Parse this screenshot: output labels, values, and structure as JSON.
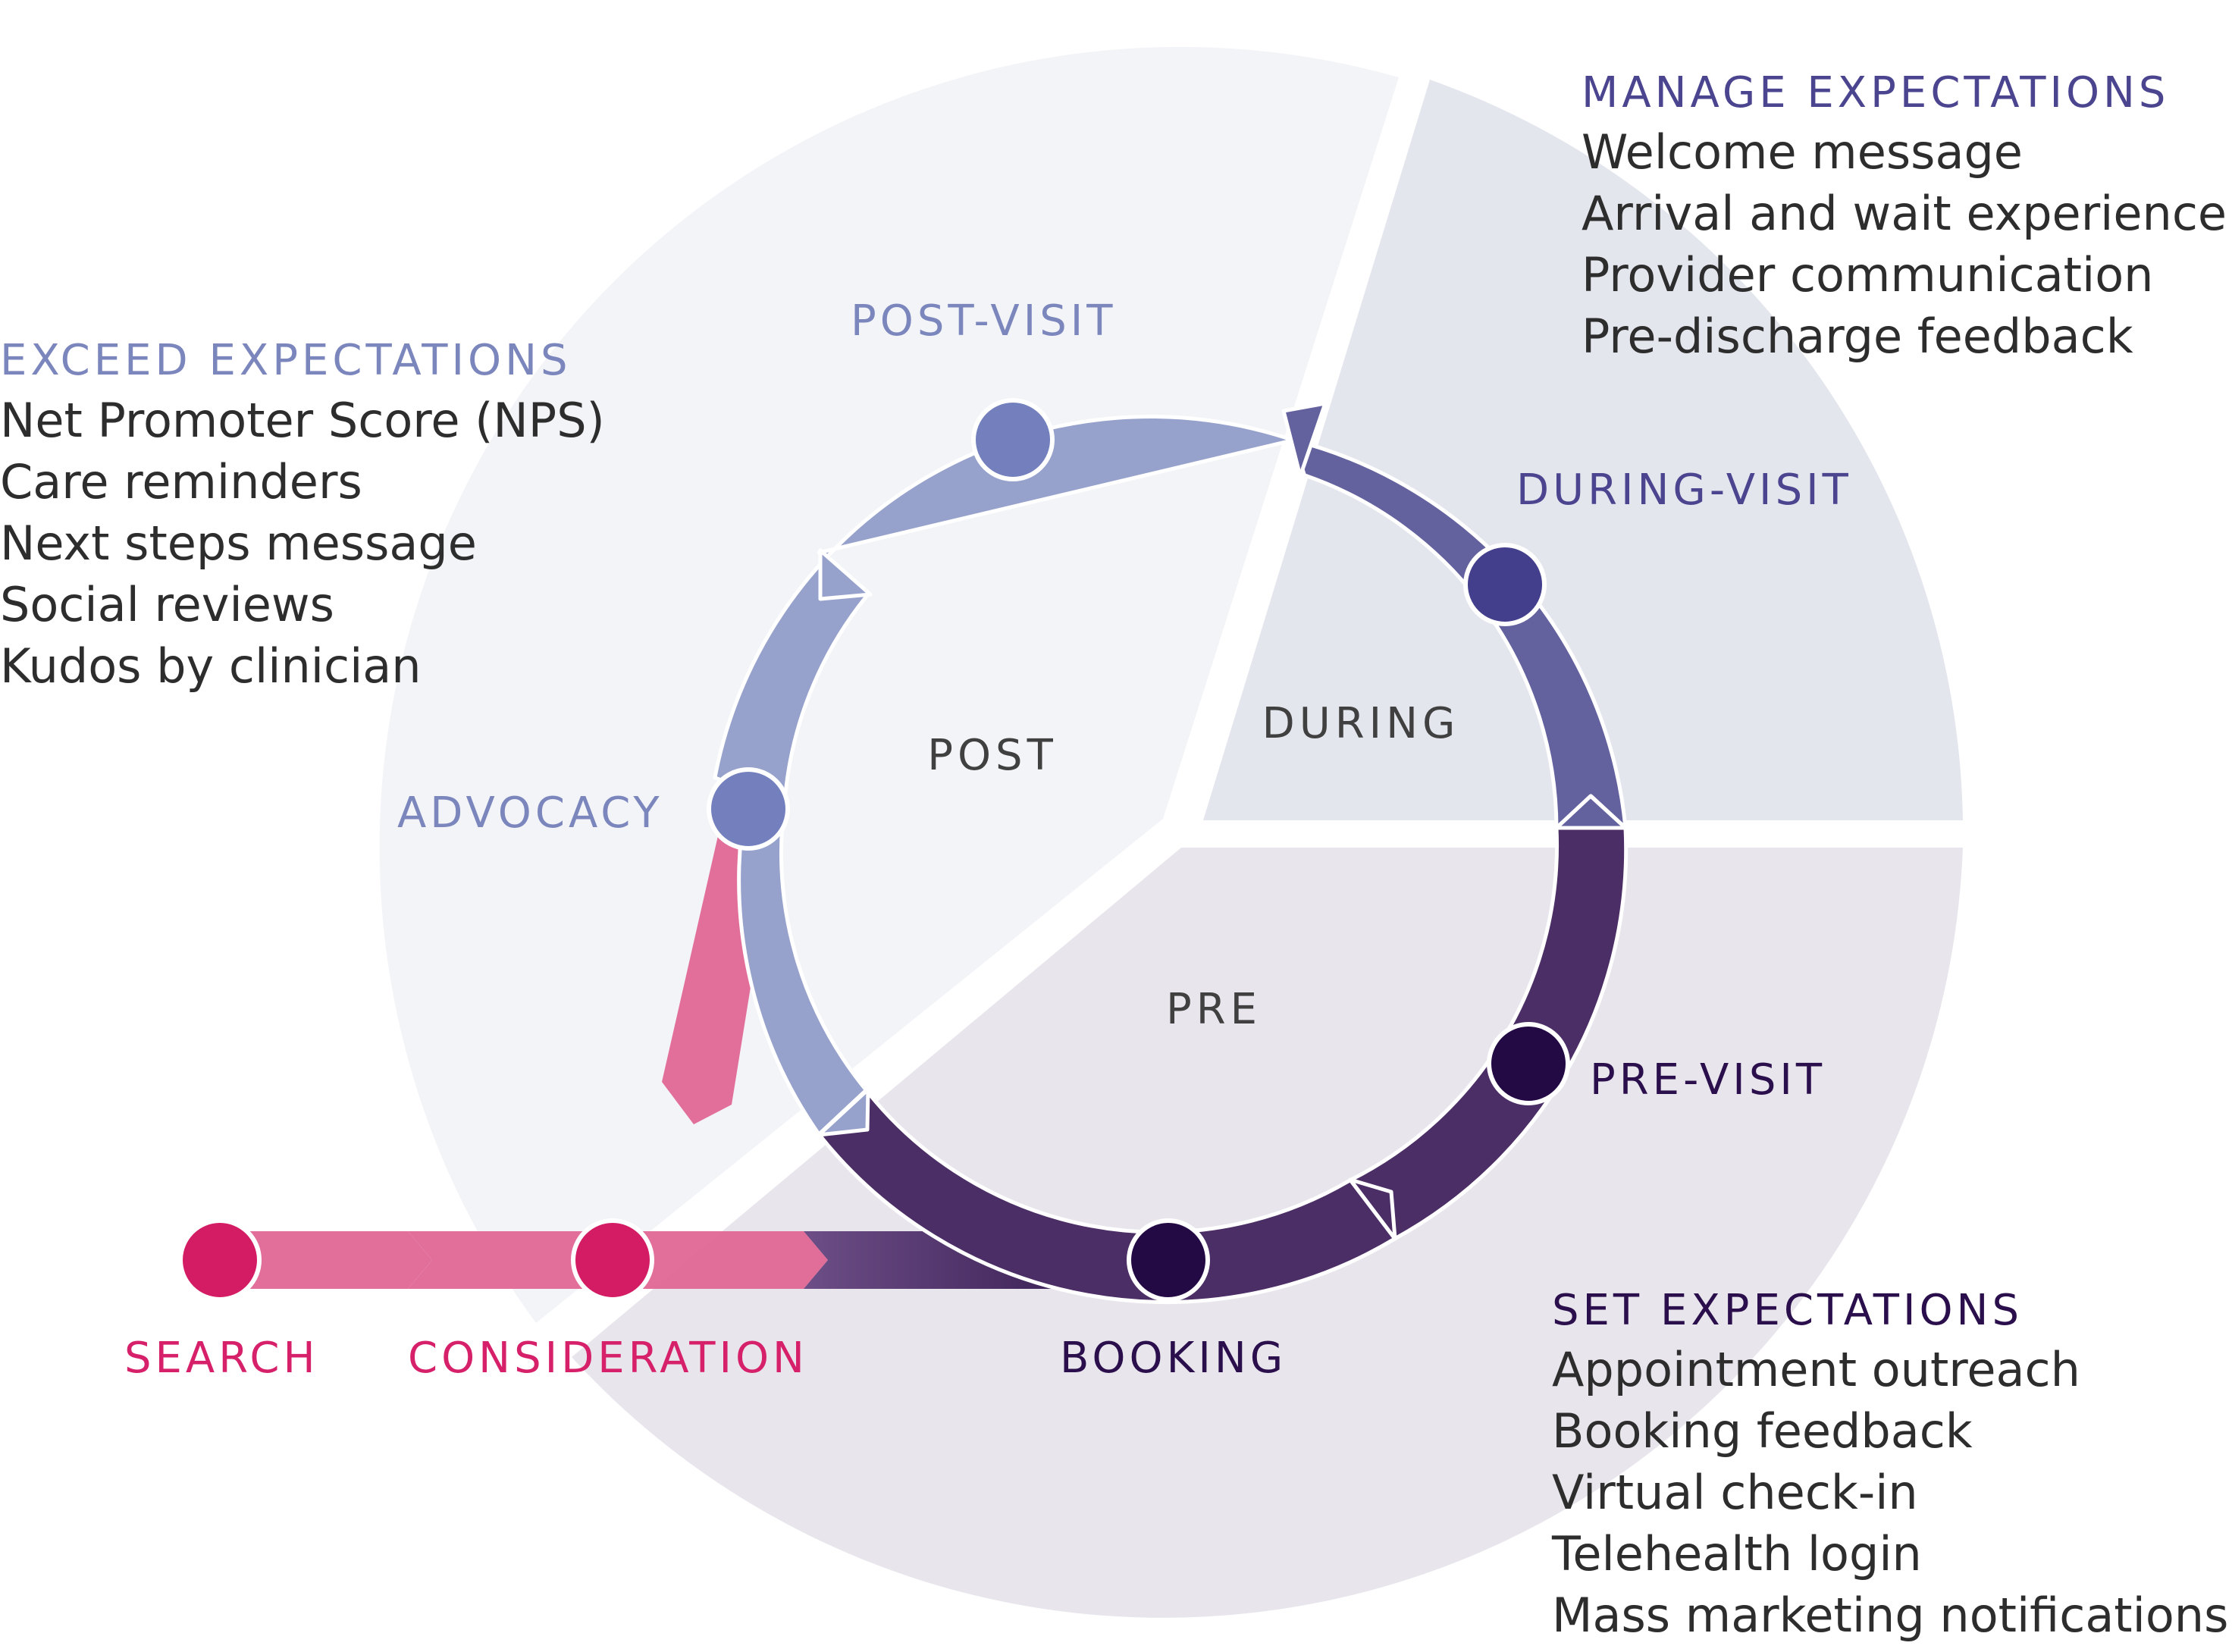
{
  "colors": {
    "segment_post": "#f3f4f8",
    "segment_during": "#e4e6ee",
    "segment_pre": "#e8e6ec",
    "arc_post": "#97a2cc",
    "arc_during": "#64629e",
    "arc_pre": "#4c2e66",
    "arc_pre_dark": "#2e1648",
    "funnel": "#e06795",
    "funnel_dot": "#d41c64",
    "node_light": "#7380bd",
    "node_mid": "#443f8c",
    "node_dark": "#230a45",
    "body_text": "#2d2d2d",
    "label_light": "#7b86bd",
    "label_mid": "#4b4590",
    "label_dark": "#2a0f4c",
    "label_pink": "#d6206a",
    "zone_text": "#404040"
  },
  "zones": {
    "post": "POST",
    "during": "DURING",
    "pre": "PRE"
  },
  "stages": {
    "post_visit": "POST-VISIT",
    "during_visit": "DURING-VISIT",
    "pre_visit": "PRE-VISIT",
    "advocacy": "ADVOCACY",
    "booking": "BOOKING",
    "search": "SEARCH",
    "consideration": "CONSIDERATION"
  },
  "panels": {
    "exceed": {
      "heading": "EXCEED EXPECTATIONS",
      "items": [
        "Net Promoter Score (NPS)",
        "Care reminders",
        "Next steps message",
        "Social reviews",
        "Kudos by clinician"
      ]
    },
    "manage": {
      "heading": "MANAGE EXPECTATIONS",
      "items": [
        "Welcome message",
        "Arrival and wait experience",
        "Provider communication",
        "Pre-discharge feedback"
      ]
    },
    "set": {
      "heading": "SET EXPECTATIONS",
      "items": [
        "Appointment outreach",
        "Booking feedback",
        "Virtual check-in",
        "Telehealth login",
        "Mass marketing notifications"
      ]
    }
  }
}
